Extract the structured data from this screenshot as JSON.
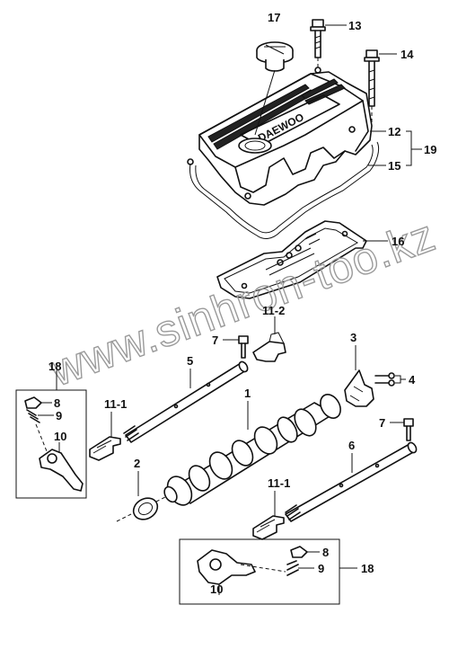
{
  "watermark": "www.sinhron-too.kz",
  "logo_text": "DAEWOO",
  "callouts": {
    "c17": "17",
    "c13": "13",
    "c14": "14",
    "c12": "12",
    "c19": "19",
    "c15": "15",
    "c16": "16",
    "c11_2": "11-2",
    "c7a": "7",
    "c5": "5",
    "c3": "3",
    "c4": "4",
    "c18a": "18",
    "c8a": "8",
    "c9a": "9",
    "c11_1a": "11-1",
    "c1": "1",
    "c10a": "10",
    "c7b": "7",
    "c2": "2",
    "c6": "6",
    "c11_1b": "11-1",
    "c8b": "8",
    "c9b": "9",
    "c18b": "18",
    "c10b": "10"
  }
}
